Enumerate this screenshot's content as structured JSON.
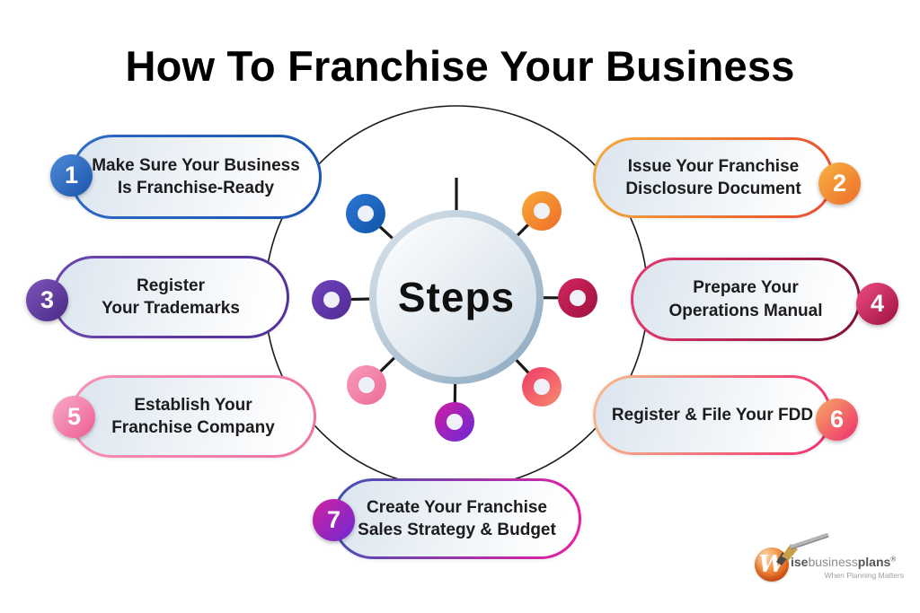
{
  "title": "How To Franchise Your Business",
  "center": {
    "label": "Steps",
    "colors": {
      "rim": [
        "#dae4ec",
        "#8ca8bf"
      ],
      "fill": [
        "#ffffff",
        "#cddae5"
      ]
    }
  },
  "palette": {
    "pill_fill": [
      "#dbe5ef",
      "#ffffff"
    ],
    "connector_line": "#1a1a1a",
    "dot_hole": "#eef2f8",
    "text": "#1c1c1e"
  },
  "steps": [
    {
      "num": "1",
      "line1": "Make Sure Your Business",
      "line2": "Is Franchise-Ready",
      "colors": {
        "border": [
          "#2f6ac8",
          "#1c55ae"
        ],
        "badge": [
          "#4f8ad9",
          "#1a55ab"
        ],
        "donut": [
          "#2b77d3",
          "#0f55a9"
        ]
      }
    },
    {
      "num": "2",
      "line1": "Issue Your Franchise",
      "line2": "Disclosure Document",
      "colors": {
        "border": [
          "#f3ac3e",
          "#e84a2d"
        ],
        "badge": [
          "#f9b244",
          "#ed6d2a"
        ],
        "donut": [
          "#f9a93a",
          "#ed6d28"
        ]
      }
    },
    {
      "num": "3",
      "line1": "Register",
      "line2": "Your Trademarks",
      "colors": {
        "border": [
          "#6b47ae",
          "#53309a"
        ],
        "badge": [
          "#7f54bb",
          "#482a85"
        ],
        "donut": [
          "#7142bd",
          "#502c93"
        ]
      }
    },
    {
      "num": "4",
      "line1": "Prepare Your",
      "line2": "Operations Manual",
      "colors": {
        "border": [
          "#e93a72",
          "#7e1030"
        ],
        "badge": [
          "#ef4d84",
          "#9c0f3f"
        ],
        "donut": [
          "#d4255f",
          "#9d123e"
        ]
      }
    },
    {
      "num": "5",
      "line1": "Establish Your",
      "line2": "Franchise Company",
      "colors": {
        "border": [
          "#f790b6",
          "#ef74a2"
        ],
        "badge": [
          "#f9aac7",
          "#ec5d93"
        ],
        "donut": [
          "#f79ab9",
          "#ee6d9c"
        ]
      }
    },
    {
      "num": "6",
      "line1": "Register & File Your FDD",
      "line2": "",
      "colors": {
        "border": [
          "#f6be8d",
          "#ee2d6e"
        ],
        "badge": [
          "#f7a964",
          "#ee2d6e"
        ],
        "donut": [
          "#ee3a66",
          "#f88a70"
        ]
      }
    },
    {
      "num": "7",
      "line1": "Create Your Franchise",
      "line2": "Sales Strategy & Budget",
      "colors": {
        "border": [
          "#3d52b4",
          "#ec1da2"
        ],
        "badge": [
          "#d2219f",
          "#6c2ad4"
        ],
        "donut": [
          "#cf1da1",
          "#6b2ad6"
        ]
      }
    }
  ],
  "logo": {
    "monogram": "W",
    "part1": "ise",
    "part2": "business",
    "part3": "plans",
    "reg": "®",
    "tagline": "When Planning Matters"
  }
}
